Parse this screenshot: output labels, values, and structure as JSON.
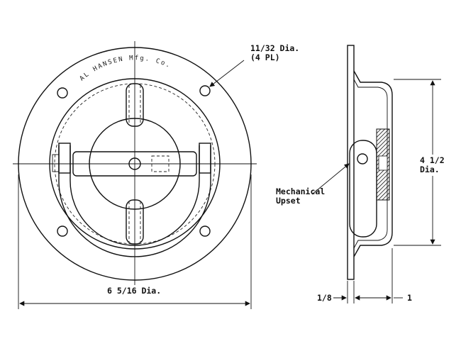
{
  "labels": {
    "hole_dia": "11/32 Dia.",
    "hole_count": "(4 PL)",
    "outer_dia": "6 5/16 Dia.",
    "height_value": "4 1/2",
    "height_unit": "Dia.",
    "upset_line1": "Mechanical",
    "upset_line2": "Upset",
    "flange_thickness": "1/8",
    "depth": "1"
  },
  "embossing": {
    "maker": "AL HANSEN Mfg. Co."
  }
}
